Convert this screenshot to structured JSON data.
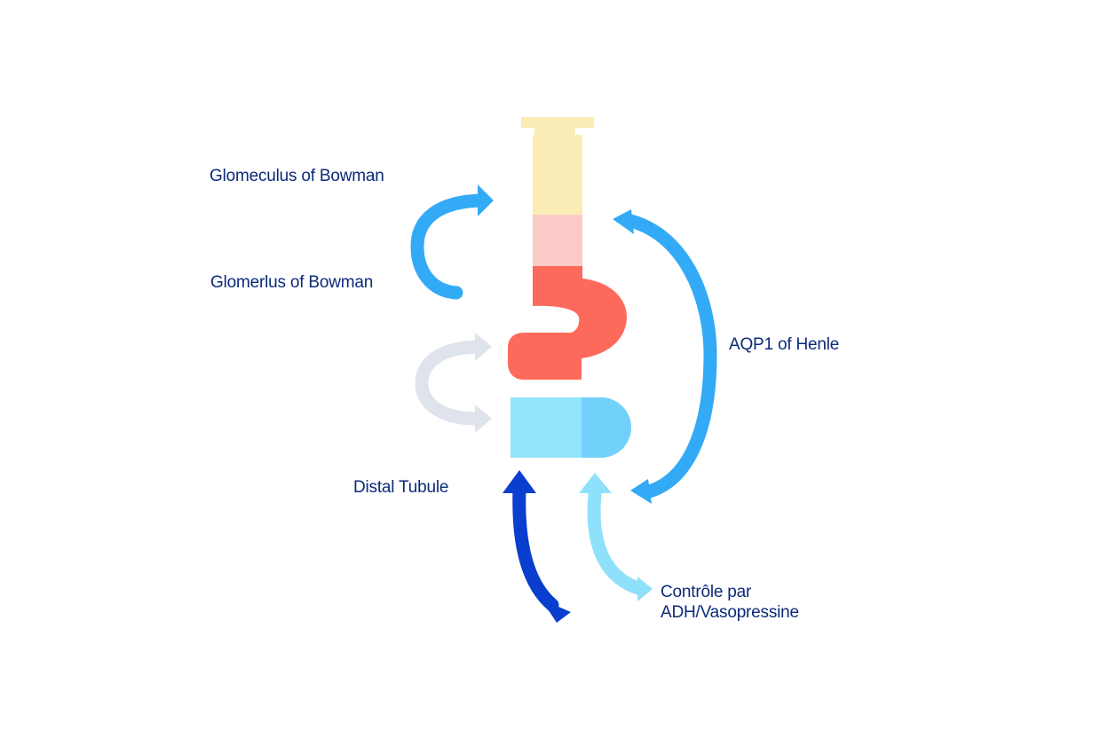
{
  "labels": {
    "glomeculus": "Glomeculus of Bowman",
    "glomerlus": "Glomerlus of Bowman",
    "aqp1": "AQP1 of Henle",
    "distal": "Distal Tubule",
    "controle_line1": "Contrôle par",
    "controle_line2": "ADH/Vasopressine"
  },
  "colors": {
    "text": "#0c2a7a",
    "capsule": "#fbecb5",
    "proximal": "#fccac9",
    "loop": "#fd6a5b",
    "distal_light": "#92e5fb",
    "distal_dark": "#71d1fb",
    "arrow_blue": "#33aaf5",
    "arrow_gray": "#dfe3ec",
    "arrow_navy": "#0a3ecf",
    "arrow_cyan": "#8fe0fa"
  },
  "icons": [
    "curved-arrow-icon",
    "double-headed-arrow-icon"
  ]
}
